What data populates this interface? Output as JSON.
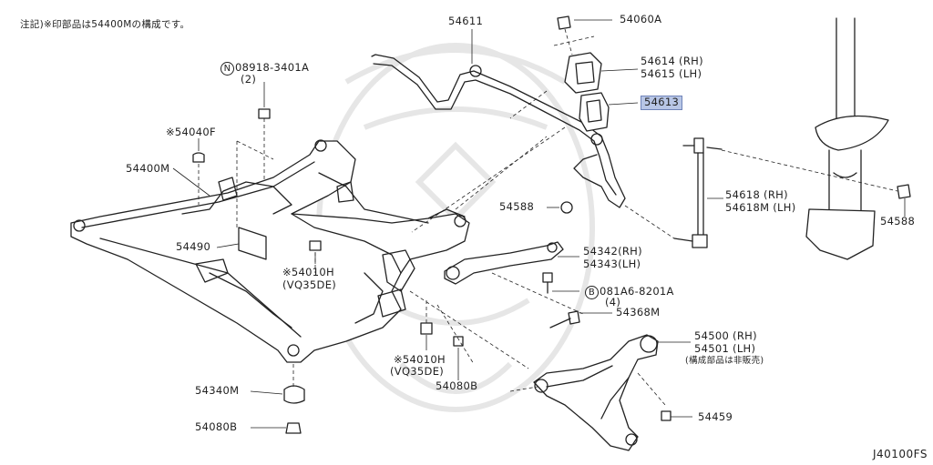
{
  "note": "注記)※印部品は54400Mの構成です。",
  "reference_code": "J40100FS",
  "labels": {
    "p54611": "54611",
    "p54060A": "54060A",
    "p54614": "54614 (RH)",
    "p54615": "54615 (LH)",
    "p54613": "54613",
    "p08918_prefix": "N",
    "p08918": "08918-3401A",
    "p08918_qty": "(2)",
    "p54040F": "※54040F",
    "p54400M": "54400M",
    "p54490": "54490",
    "p54010H_a": "※54010H",
    "p54010H_a_note": "(VQ35DE)",
    "p54010H_b": "※54010H",
    "p54010H_b_note": "(VQ35DE)",
    "p54588_mid": "54588",
    "p54618": "54618 (RH)",
    "p54618M": "54618M (LH)",
    "p54588_right": "54588",
    "p54342": "54342(RH)",
    "p54343": "54343(LH)",
    "p081A6_prefix": "B",
    "p081A6": "081A6-8201A",
    "p081A6_qty": "(4)",
    "p54368M": "54368M",
    "p54500": "54500 (RH)",
    "p54501": "54501 (LH)",
    "p54500_note": "(構成部品は非販売)",
    "p54340M": "54340M",
    "p54080B_left": "54080B",
    "p54080B_mid": "54080B",
    "p54459": "54459"
  },
  "highlight_color": "#b8c6e6"
}
